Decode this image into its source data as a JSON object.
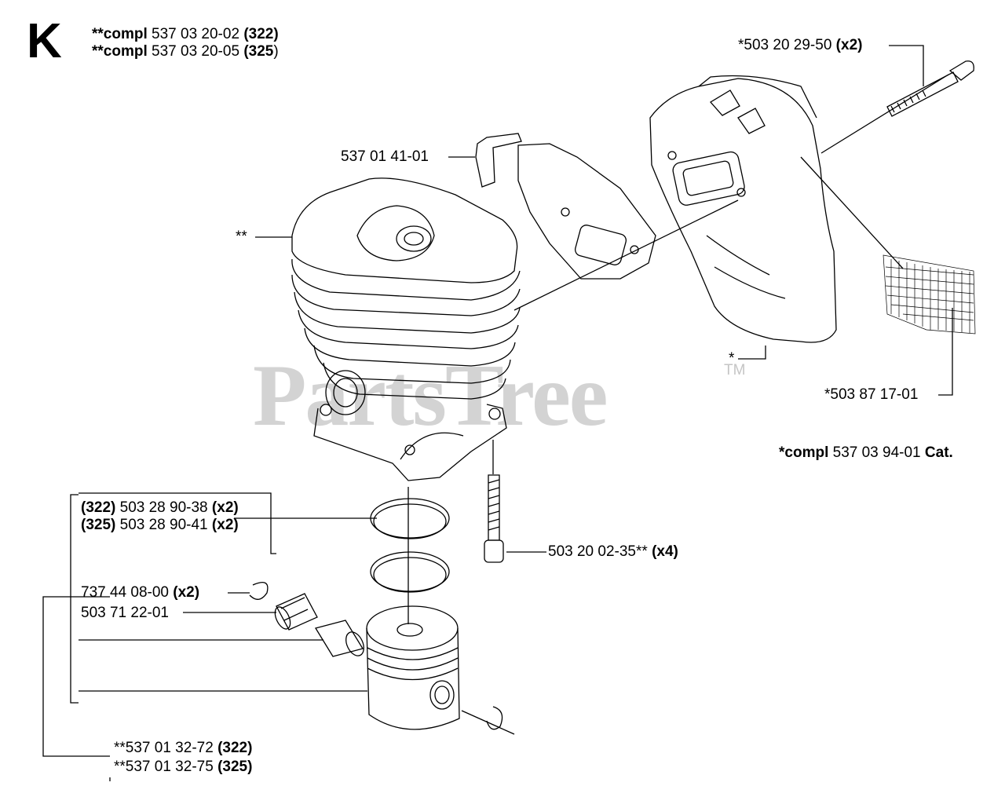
{
  "section": {
    "letter": "K"
  },
  "header": {
    "line1": {
      "prefix": "**compl",
      "number": "537 03 20-02",
      "model": "(322)"
    },
    "line2": {
      "prefix": "**compl",
      "number": "537 03 20-05",
      "model": "(325",
      "close": ")"
    }
  },
  "labels": {
    "screw_top": {
      "text": "*503 20 29-50",
      "qty": "(x2)"
    },
    "bracket": {
      "text": "537 01 41-01"
    },
    "cylinder": {
      "text": "**"
    },
    "muffler": {
      "text": "*"
    },
    "screen": {
      "text": "*503 87 17-01"
    },
    "muffler_kit": {
      "prefix": "*compl",
      "number": "537 03 94-01",
      "suffix": "Cat."
    },
    "rings_322": {
      "model": "(322)",
      "number": "503 28 90-38",
      "qty": "(x2)"
    },
    "rings_325": {
      "model": "(325)",
      "number": "503 28 90-41",
      "qty": "(x2)"
    },
    "bolts": {
      "text": "503 20 02-35**",
      "qty": "(x4)"
    },
    "circlip": {
      "text": "737 44 08-00",
      "qty": "(x2)"
    },
    "bearing": {
      "text": "503 71 22-01"
    },
    "piston_322": {
      "number": "**537 01 32-72",
      "model": "(322)"
    },
    "piston_325": {
      "number": "**537 01 32-75",
      "model": "(325)"
    }
  },
  "watermark": {
    "text": "PartsTree",
    "tm": "TM"
  },
  "colors": {
    "line": "#000000",
    "watermark": "#969696",
    "background": "#ffffff"
  }
}
